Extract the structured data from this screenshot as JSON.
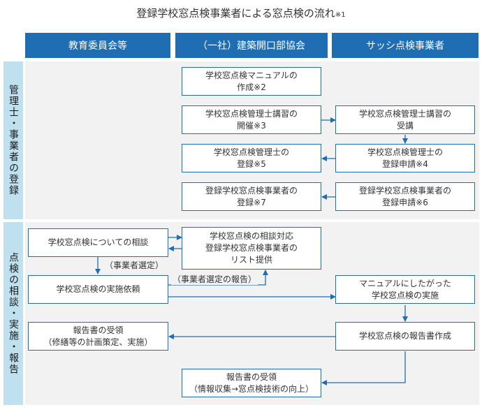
{
  "title": {
    "main": "登録学校窓点検事業者による窓点検の流れ",
    "note": "※1"
  },
  "columns": [
    "教育委員会等",
    "（一社）建築開口部協会",
    "サッシ点検事業者"
  ],
  "sections": [
    {
      "label": "管理士・事業者の登録"
    },
    {
      "label": "点検の相談・実施・報告"
    }
  ],
  "nodes": {
    "manual": "学校窓点検マニュアルの\n作成※2",
    "course_held": "学校窓点検管理士講習の\n開催※3",
    "course_taken": "学校窓点検管理士講習の\n受講",
    "registration": "学校窓点検管理士の\n登録※5",
    "application": "学校窓点検管理士の\n登録申請※4",
    "biz_registration": "登録学校窓点検事業者の\n登録※7",
    "biz_application": "登録学校窓点検事業者の\n登録申請※6",
    "consult": "学校窓点検についての相談",
    "consult_response": "学校窓点検の相談対応\n登録学校窓点検事業者の\nリスト提供",
    "request": "学校窓点検の実施依頼",
    "inspection": "マニュアルにしたがった\n学校窓点検の実施",
    "report_received": "報告書の受領\n（修繕等の計画策定、実施）",
    "report_created": "学校窓点検の報告書作成",
    "report_received_assoc": "報告書の受領\n（情報収集→窓点検技術の向上）"
  },
  "edge_labels": {
    "select": "（事業者選定）",
    "select_report": "（事業者選定の報告）"
  }
}
